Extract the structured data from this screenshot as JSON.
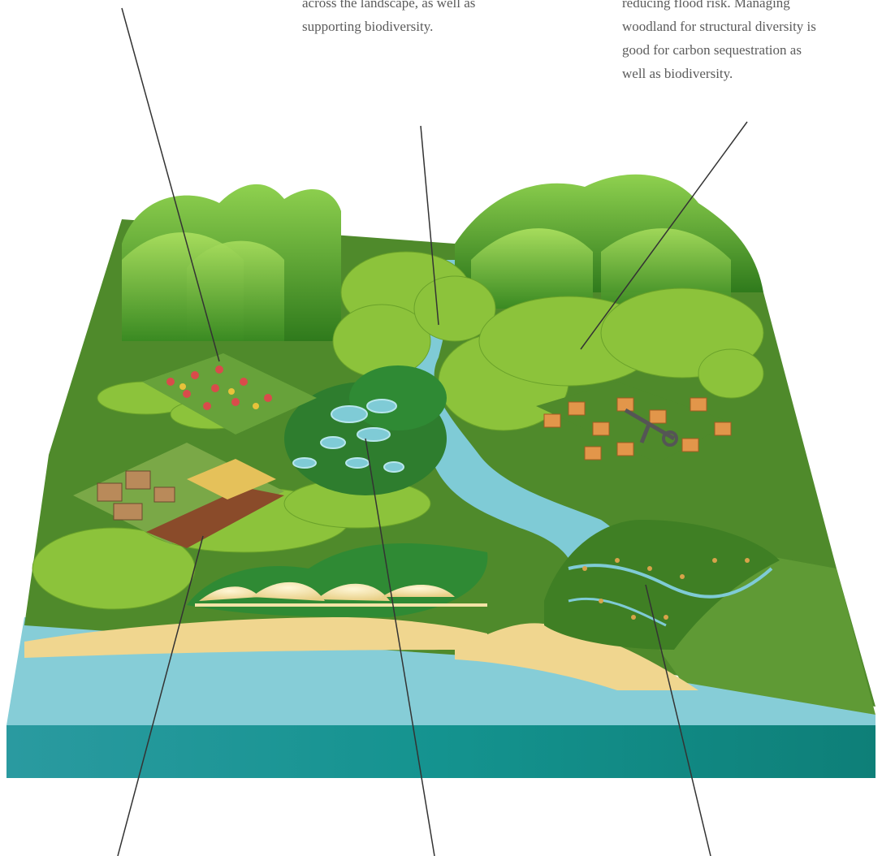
{
  "captions": {
    "middle": {
      "lines": [
        "across the landscape, as well as",
        "supporting biodiversity."
      ]
    },
    "right": {
      "lines": [
        "reducing flood risk. Managing",
        "woodland for structural diversity is",
        "good for carbon sequestration as",
        "well as biodiversity."
      ]
    }
  },
  "colors": {
    "hill_light": "#7fc243",
    "hill_dark": "#2f7a1c",
    "grass": "#4f8a2b",
    "grass_light": "#67a23a",
    "woodland": "#8cc33b",
    "wet_woodland": "#2e7d2e",
    "river": "#7fcbd6",
    "sand": "#f0d68f",
    "sea_top": "#86cdd7",
    "sea_side": "#1d8f8c",
    "leader_line": "#333333",
    "caption_text": "#5b5b5b"
  },
  "icons": [
    "mountain-range",
    "woodland-trees",
    "campsite-tents",
    "farm-buildings",
    "housing-village",
    "ponds",
    "dunes",
    "saltmarsh",
    "river",
    "sea"
  ]
}
